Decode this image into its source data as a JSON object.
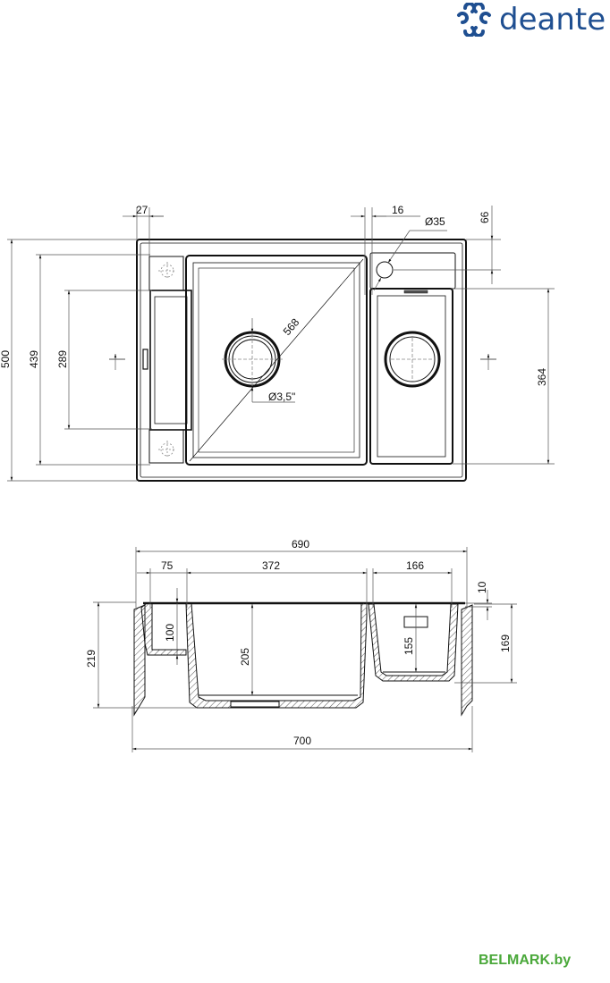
{
  "brand": {
    "name": "deante",
    "color": "#1f4f91"
  },
  "watermark": {
    "text": "BELMARK.by",
    "color": "#4aa83a"
  },
  "top_view": {
    "dimensions": {
      "edge_offset": "27",
      "tap_offset": "16",
      "tap_hole": "Ø35",
      "tap_vertical": "66",
      "overall_depth": "500",
      "inner_depth": "439",
      "drainer_depth": "289",
      "main_diagonal": "568",
      "drain_size": "Ø3,5\"",
      "small_bowl_depth": "364"
    }
  },
  "section_view": {
    "dimensions": {
      "overall_width": "690",
      "drainer_width": "75",
      "main_bowl_width": "372",
      "small_bowl_width": "166",
      "rim_thickness": "10",
      "total_height": "219",
      "drainer_height": "100",
      "main_bowl_height": "205",
      "small_bowl_height": "155",
      "small_side_height": "169",
      "cabinet_width": "700"
    }
  }
}
